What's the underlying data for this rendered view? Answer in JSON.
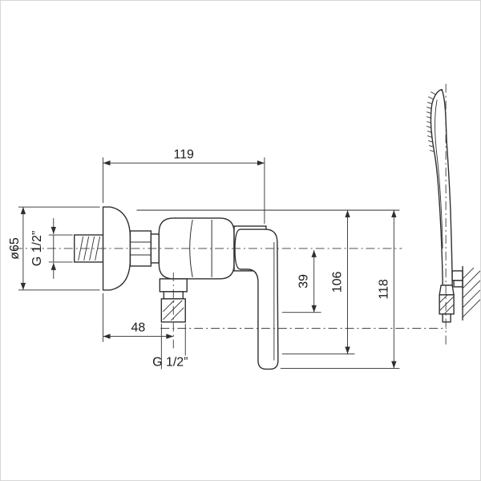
{
  "drawing": {
    "kind": "technical dimension drawing",
    "ink_color": "#2f2f2f",
    "background_color": "#ffffff",
    "dims": {
      "width_119": "119",
      "diameter_65": "ø65",
      "inlet_thread": "G 1/2”",
      "offset_48": "48",
      "outlet_thread": "G 1/2”",
      "height_39": "39",
      "height_106": "106",
      "height_118": "118"
    }
  }
}
